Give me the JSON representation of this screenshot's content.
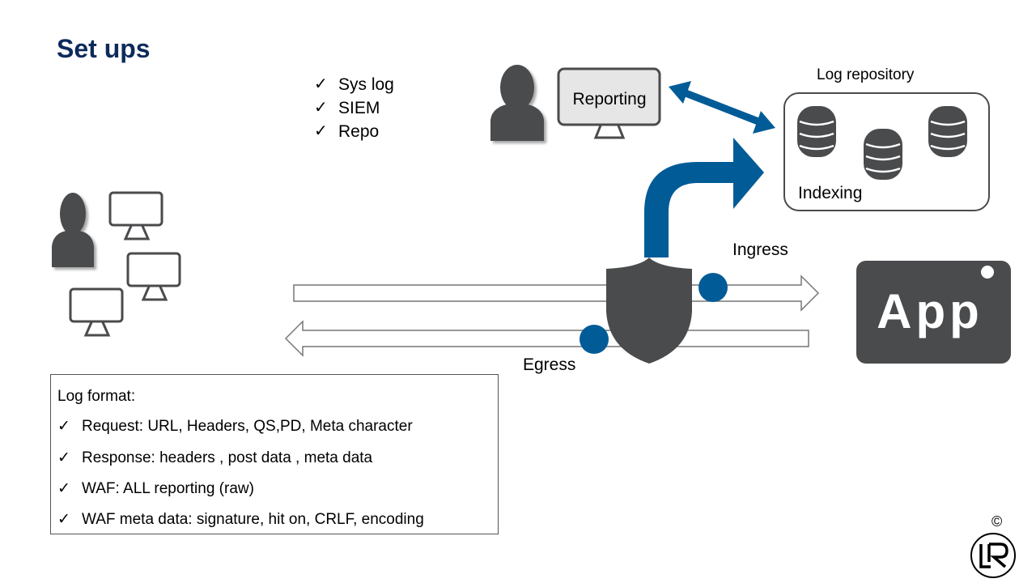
{
  "title": "Set ups",
  "checklist": [
    "Sys log",
    "SIEM",
    "Repo"
  ],
  "check_glyph": "✓",
  "reporting_label": "Reporting",
  "log_repository_label": "Log repository",
  "indexing_label": "Indexing",
  "ingress_label": "Ingress",
  "egress_label": "Egress",
  "app_label": "App",
  "log_format": {
    "header": "Log format:",
    "items": [
      "Request: URL, Headers, QS,PD, Meta character",
      "Response: headers , post data , meta data",
      "WAF:  ALL reporting (raw)",
      "WAF meta data: signature, hit on, CRLF, encoding"
    ]
  },
  "copyright": "©",
  "colors": {
    "title": "#0e2a5c",
    "accent": "#005b96",
    "dark": "#4a4b4d",
    "screen_fill": "#e6e6e6"
  },
  "icons": [
    "user-icon",
    "monitor-icon",
    "database-icon",
    "shield-icon",
    "logo-icon"
  ]
}
